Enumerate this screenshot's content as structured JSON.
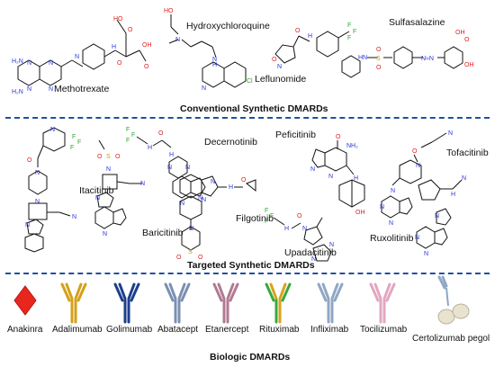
{
  "conventional": {
    "title": "Conventional Synthetic DMARDs",
    "drugs": [
      "Methotrexate",
      "Hydroxychloroquine",
      "Leflunomide",
      "Sulfasalazine"
    ]
  },
  "targeted": {
    "title": "Targeted Synthetic DMARDs",
    "drugs": [
      "Itacitinib",
      "Baricitinib",
      "Decernotinib",
      "Filgotinib",
      "Peficitinib",
      "Tofacitinib",
      "Upadacitinib",
      "Ruxolitinib"
    ]
  },
  "biologic": {
    "title": "Biologic DMARDs",
    "drugs": [
      "Anakinra",
      "Adalimumab",
      "Golimumab",
      "Abatacept",
      "Etanercept",
      "Rituximab",
      "Infliximab",
      "Tocilizumab",
      "Certolizumab pegol"
    ]
  },
  "colors": {
    "divider": "#1f4fa3",
    "nitrogen": "#2a35d8",
    "oxygen": "#e02020",
    "sulfur": "#c9a000",
    "fluorine": "#2aa82a"
  }
}
